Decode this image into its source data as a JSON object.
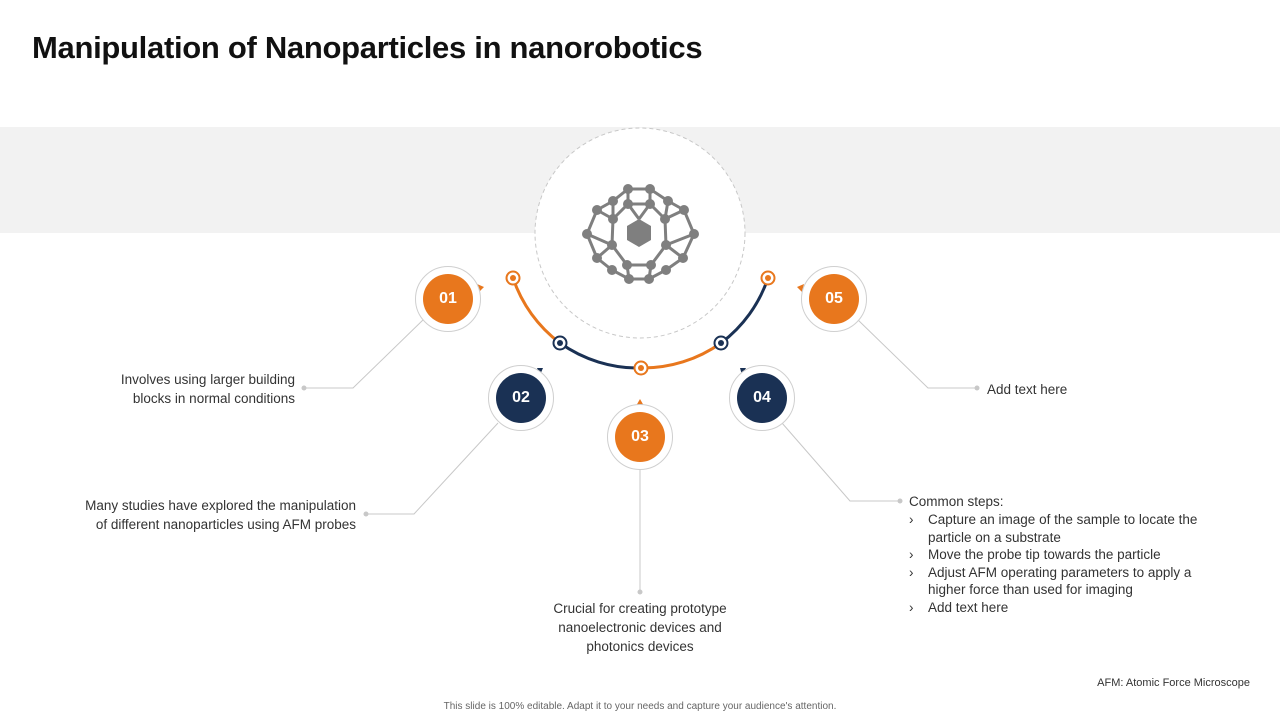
{
  "slide": {
    "title": "Manipulation of Nanoparticles in nanorobotics",
    "footnote": "AFM: Atomic Force Microscope",
    "footer": "This slide is 100% editable. Adapt it to your needs and capture your audience's attention."
  },
  "icon": {
    "name": "nanoparticle-molecule-icon",
    "color": "#7f7f7f"
  },
  "colors": {
    "orange": "#e8771d",
    "navy": "#1a3154",
    "band": "#f2f2f2"
  },
  "steps": [
    {
      "number": "01",
      "color": "orange",
      "text_lines": [
        "Involves using larger building",
        "blocks in normal conditions"
      ]
    },
    {
      "number": "02",
      "color": "navy",
      "text_lines": [
        "Many studies have explored the manipulation",
        "of different nanoparticles using AFM probes"
      ]
    },
    {
      "number": "03",
      "color": "orange",
      "text_lines": [
        "Crucial for creating prototype",
        "nanoelectronic devices and",
        "photonics devices"
      ]
    },
    {
      "number": "04",
      "color": "navy",
      "heading": "Common steps:",
      "bullets": [
        "Capture an image of the sample to locate the particle on a substrate",
        "Move the probe tip towards the particle",
        "Adjust AFM operating parameters to apply a higher force than used for imaging",
        "Add text here"
      ],
      "bullet_marker": "›"
    },
    {
      "number": "05",
      "color": "orange",
      "text_lines": [
        "Add text here"
      ]
    }
  ]
}
